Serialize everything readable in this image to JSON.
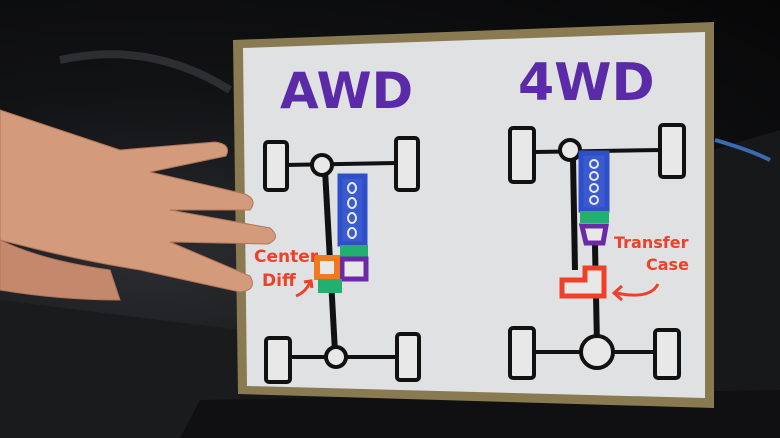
{
  "whiteboard": {
    "left_title": "AWD",
    "right_title": "4WD",
    "left_label": {
      "line1": "Center",
      "line2": "Diff"
    },
    "right_label": {
      "line1": "Transfer",
      "line2": "Case"
    }
  },
  "colors": {
    "title": "#5a2aa8",
    "label": "#f0402a",
    "engine": "#2e4fc8",
    "diff": "#f07a20",
    "green": "#22b070",
    "purple": "#6a2aa8",
    "board": "#dfe1e3",
    "frame": "#8a7a52"
  }
}
